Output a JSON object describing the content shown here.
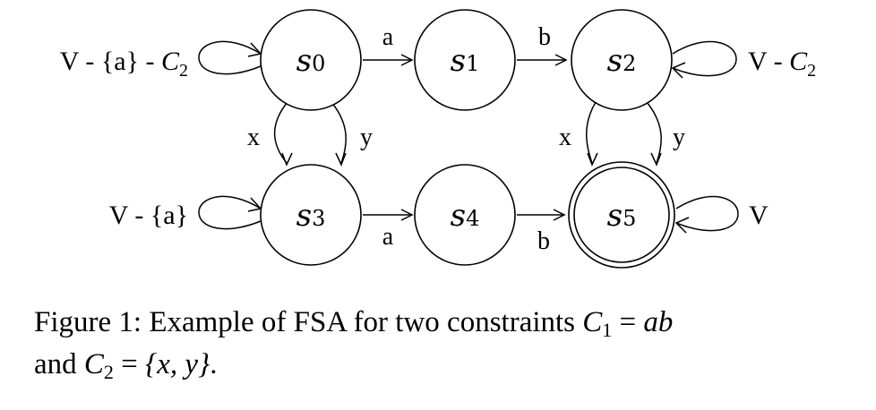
{
  "diagram": {
    "states": [
      {
        "id": "s0",
        "base": "s",
        "sub": "0"
      },
      {
        "id": "s1",
        "base": "s",
        "sub": "1"
      },
      {
        "id": "s2",
        "base": "s",
        "sub": "2"
      },
      {
        "id": "s3",
        "base": "s",
        "sub": "3"
      },
      {
        "id": "s4",
        "base": "s",
        "sub": "4"
      },
      {
        "id": "s5",
        "base": "s",
        "sub": "5",
        "accepting": true
      }
    ],
    "transitions": [
      {
        "from": "s0",
        "to": "s1",
        "label": "a"
      },
      {
        "from": "s1",
        "to": "s2",
        "label": "b"
      },
      {
        "from": "s3",
        "to": "s4",
        "label": "a"
      },
      {
        "from": "s4",
        "to": "s5",
        "label": "b"
      },
      {
        "from": "s0",
        "to": "s3",
        "label": "x"
      },
      {
        "from": "s0",
        "to": "s3",
        "label": "y"
      },
      {
        "from": "s2",
        "to": "s5",
        "label": "x"
      },
      {
        "from": "s2",
        "to": "s5",
        "label": "y"
      }
    ],
    "loops": {
      "s0": {
        "prefix": "V - {a} - ",
        "var": "C",
        "sub": "2"
      },
      "s2": {
        "prefix": "V - ",
        "var": "C",
        "sub": "2"
      },
      "s3": {
        "prefix": "V - {a}"
      },
      "s5": {
        "prefix": "V"
      }
    }
  },
  "caption": {
    "line1_prefix": "Figure 1:  Example of FSA for two constraints ",
    "c1_var": "C",
    "c1_sub": "1",
    "eq": " = ",
    "c1_value": "ab",
    "line2_prefix": "and ",
    "c2_var": "C",
    "c2_sub": "2",
    "c2_value": "{x, y}",
    "end": "."
  }
}
